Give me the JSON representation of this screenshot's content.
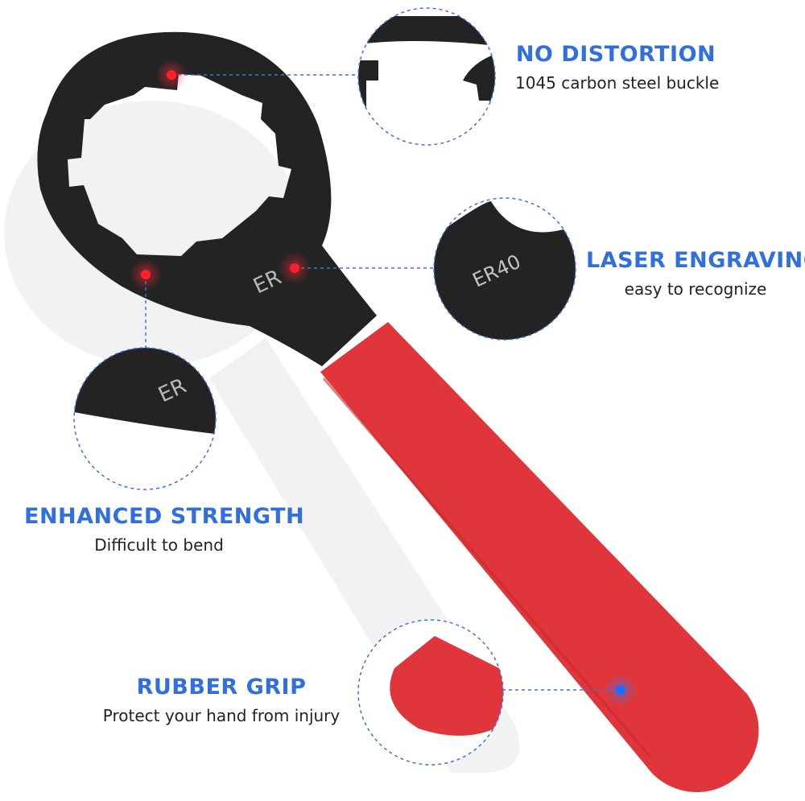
{
  "features": [
    {
      "id": "distortion",
      "title": "NO DISTORTION",
      "subtitle": "1045 carbon steel buckle"
    },
    {
      "id": "laser",
      "title": "LASER ENGRAVING",
      "subtitle": "easy to recognize"
    },
    {
      "id": "strength",
      "title": "ENHANCED STRENGTH",
      "subtitle": "Difficult to bend"
    },
    {
      "id": "grip",
      "title": "RUBBER GRIP",
      "subtitle": "Protect your hand from injury"
    }
  ],
  "engraving": {
    "main": "ER",
    "laser_callout": "ER40",
    "strength_callout": "ER"
  },
  "colors": {
    "accent": "#2f6fe0",
    "steel": "#232323",
    "grip": "#e0353a",
    "dot_red": "#ff1e2d",
    "dot_blue": "#1e6bff",
    "callout_line": "#3e73d6"
  }
}
